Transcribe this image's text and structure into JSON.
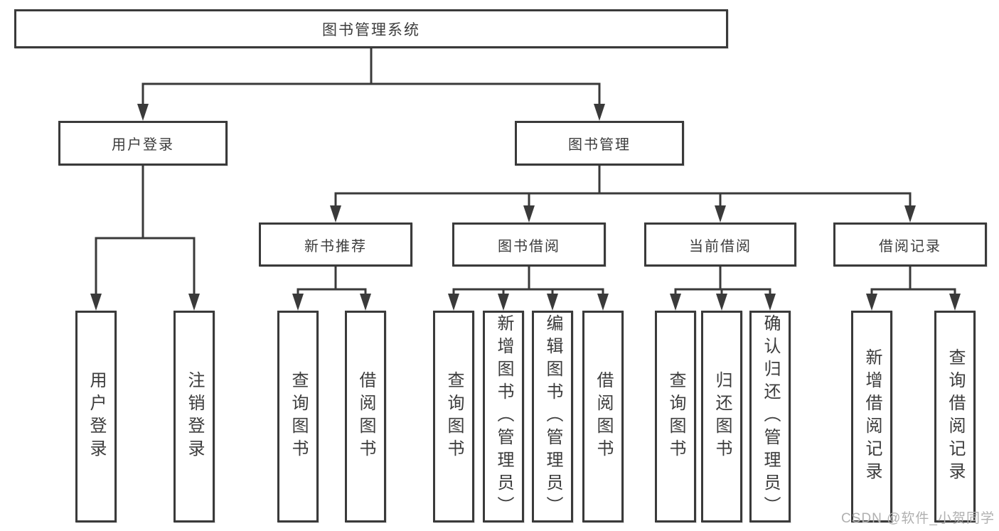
{
  "diagram": {
    "title": "图书管理系统",
    "type": "hierarchy-tree",
    "nodes": {
      "root": {
        "label": "图书管理系统"
      },
      "level2": {
        "user_login": {
          "label": "用户登录"
        },
        "book_mgmt": {
          "label": "图书管理"
        }
      },
      "level3": {
        "new_book_rec": {
          "label": "新书推荐"
        },
        "book_borrow": {
          "label": "图书借阅"
        },
        "current_borrow": {
          "label": "当前借阅"
        },
        "borrow_records": {
          "label": "借阅记录"
        }
      },
      "leaves": {
        "user_login_leaf": {
          "label": "用户登录",
          "parent": "用户登录"
        },
        "logout_leaf": {
          "label": "注销登录",
          "parent": "用户登录"
        },
        "nbr_query_books": {
          "label": "查询图书",
          "parent": "新书推荐"
        },
        "nbr_borrow_books": {
          "label": "借阅图书",
          "parent": "新书推荐"
        },
        "bb_query_books": {
          "label": "查询图书",
          "parent": "图书借阅"
        },
        "bb_add_books": {
          "label": "新增图书（管理员）",
          "parent": "图书借阅"
        },
        "bb_edit_books": {
          "label": "编辑图书（管理员）",
          "parent": "图书借阅"
        },
        "bb_borrow_books": {
          "label": "借阅图书",
          "parent": "图书借阅"
        },
        "cb_query_books": {
          "label": "查询图书",
          "parent": "当前借阅"
        },
        "cb_return_books": {
          "label": "归还图书",
          "parent": "当前借阅"
        },
        "cb_confirm_return": {
          "label": "确认归还（管理员）",
          "parent": "当前借阅"
        },
        "br_add_record": {
          "label": "新增借阅记录",
          "parent": "借阅记录"
        },
        "br_query_record": {
          "label": "查询借阅记录",
          "parent": "借阅记录"
        }
      }
    },
    "watermark": "CSDN @软件_小贺同学"
  },
  "colors": {
    "line": "#3a3a3a",
    "text": "#3c3c3c",
    "bg": "#ffffff",
    "watermark": "#b0b0b0"
  }
}
